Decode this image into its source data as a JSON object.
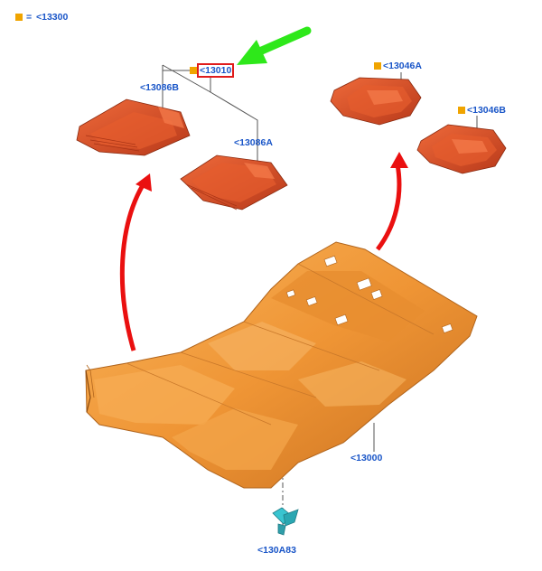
{
  "colors": {
    "link": "#1a56c8",
    "marker": "#f0a400",
    "highlight": "#e01b1b",
    "arrow_red": "#ea1010",
    "arrow_green": "#2ee81a",
    "floor_carpet": "#f09a3c",
    "floor_mat": "#d94a1c",
    "clip": "#39c4d0"
  },
  "legend": {
    "marker_icon": "orange-square-icon",
    "equals": "=",
    "part": "<13300"
  },
  "callouts": {
    "front_mat_set": "<13010",
    "front_mat_left": "<13086B",
    "front_mat_right": "<13086A",
    "rear_mat_a": "<13046A",
    "rear_mat_b": "<13046B",
    "floor_covering": "<13000",
    "retainer_clip": "<130A83"
  }
}
